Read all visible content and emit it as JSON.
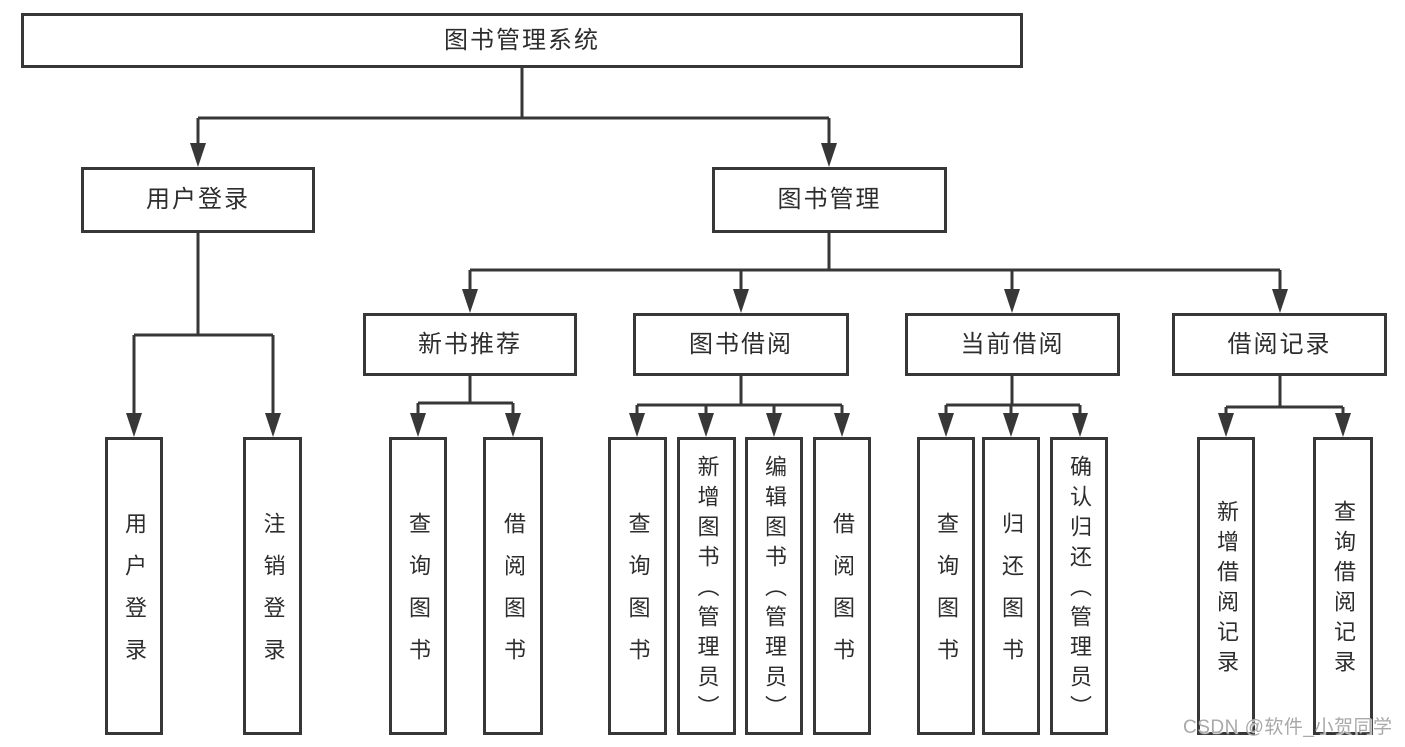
{
  "diagram": {
    "type": "hierarchy-tree",
    "root": {
      "label": "图书管理系统",
      "children": [
        {
          "label": "用户登录",
          "children": [
            {
              "label": "用户登录"
            },
            {
              "label": "注销登录"
            }
          ]
        },
        {
          "label": "图书管理",
          "children": [
            {
              "label": "新书推荐",
              "children": [
                {
                  "label": "查询图书"
                },
                {
                  "label": "借阅图书"
                }
              ]
            },
            {
              "label": "图书借阅",
              "children": [
                {
                  "label": "查询图书"
                },
                {
                  "label": "新增图书（管理员）"
                },
                {
                  "label": "编辑图书（管理员）"
                },
                {
                  "label": "借阅图书"
                }
              ]
            },
            {
              "label": "当前借阅",
              "children": [
                {
                  "label": "查询图书"
                },
                {
                  "label": "归还图书"
                },
                {
                  "label": "确认归还（管理员）"
                }
              ]
            },
            {
              "label": "借阅记录",
              "children": [
                {
                  "label": "新增借阅记录"
                },
                {
                  "label": "查询借阅记录"
                }
              ]
            }
          ]
        }
      ]
    },
    "watermark": "CSDN @软件_小贺同学",
    "colors": {
      "line": "#373737",
      "text": "#2d2d2d",
      "watermark": "#a9a9a9",
      "background": "#ffffff"
    }
  }
}
